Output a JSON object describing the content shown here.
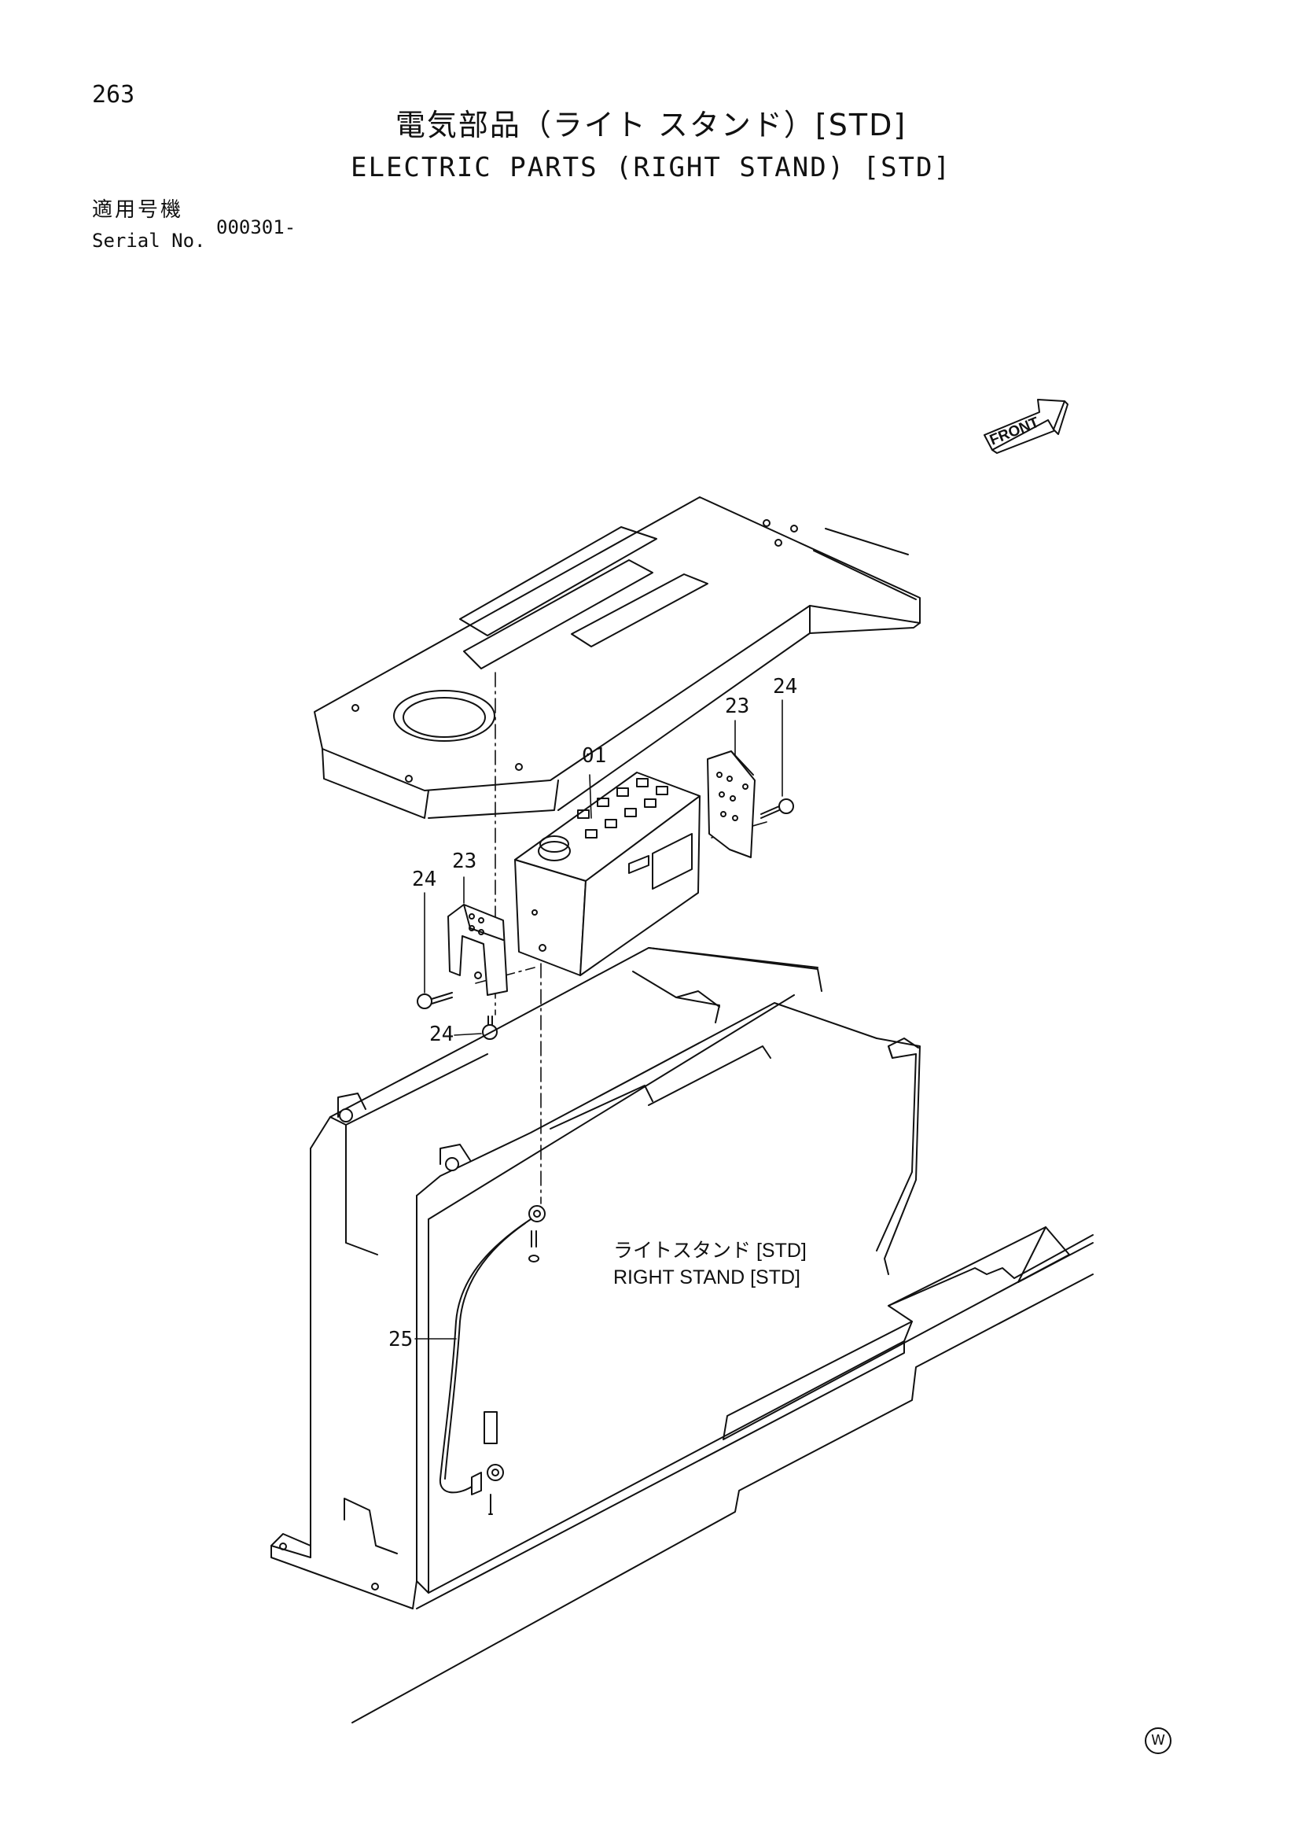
{
  "page": {
    "number": "263",
    "title_jp": "電気部品（ライト スタンド）[STD]",
    "title_en": "ELECTRIC PARTS (RIGHT STAND) [STD]",
    "serial_label_jp": "適用号機",
    "serial_label_en": "Serial No.",
    "serial_value": "000301-"
  },
  "drawing": {
    "front_marker": "FRONT",
    "callouts": [
      "01",
      "23",
      "24",
      "23",
      "24",
      "24",
      "25"
    ],
    "stand_label_jp": "ライトスタンド [STD]",
    "stand_label_en": "RIGHT STAND [STD]",
    "corner_mark": "W"
  }
}
